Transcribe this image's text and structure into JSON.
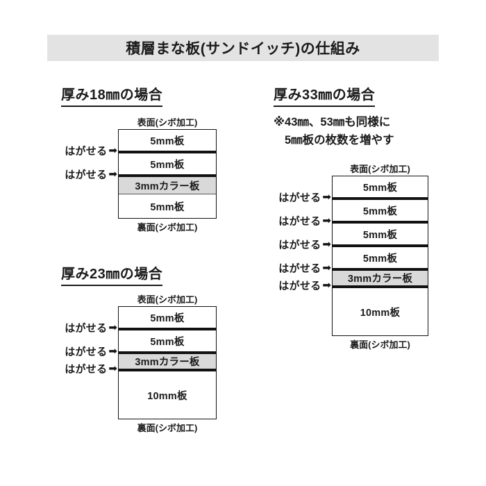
{
  "title": "積層まな板(サンドイッチ)の仕組み",
  "labels": {
    "top_face": "表面(シボ加工)",
    "bottom_face": "裏面(シボ加工)",
    "peel": "はがせる",
    "peel_arrow_icon": "➡"
  },
  "colors": {
    "title_band": "#e3e3e3",
    "color_layer": "#d9d9d9",
    "line": "#111111",
    "text": "#1a1a1a",
    "page_background": "#ffffff"
  },
  "sections": [
    {
      "id": "thickness-18",
      "heading": "厚み18㎜の場合",
      "layers": [
        {
          "label": "5mm板",
          "type": "plain",
          "peelable_below": true
        },
        {
          "label": "5mm板",
          "type": "plain",
          "peelable_below": true
        },
        {
          "label": "3mmカラー板",
          "type": "color",
          "peelable_below": false
        },
        {
          "label": "5mm板",
          "type": "plain",
          "peelable_below": false
        }
      ]
    },
    {
      "id": "thickness-23",
      "heading": "厚み23㎜の場合",
      "layers": [
        {
          "label": "5mm板",
          "type": "plain",
          "peelable_below": true
        },
        {
          "label": "5mm板",
          "type": "plain",
          "peelable_below": true
        },
        {
          "label": "3mmカラー板",
          "type": "color",
          "peelable_below": true
        },
        {
          "label": "10mm板",
          "type": "plain",
          "peelable_below": false
        }
      ]
    },
    {
      "id": "thickness-33",
      "heading": "厚み33㎜の場合",
      "note_line1": "※43㎜、53㎜も同様に",
      "note_line2": "5㎜板の枚数を増やす",
      "layers": [
        {
          "label": "5mm板",
          "type": "plain",
          "peelable_below": true
        },
        {
          "label": "5mm板",
          "type": "plain",
          "peelable_below": true
        },
        {
          "label": "5mm板",
          "type": "plain",
          "peelable_below": true
        },
        {
          "label": "5mm板",
          "type": "plain",
          "peelable_below": true
        },
        {
          "label": "3mmカラー板",
          "type": "color",
          "peelable_below": true
        },
        {
          "label": "10mm板",
          "type": "plain",
          "peelable_below": false
        }
      ]
    }
  ]
}
